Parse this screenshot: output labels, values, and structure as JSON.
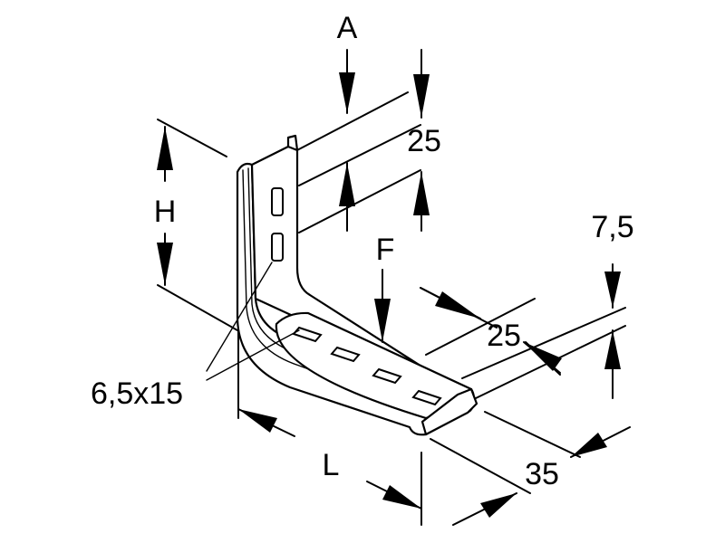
{
  "labels": {
    "A": "A",
    "top_depth": "25",
    "H": "H",
    "F": "F",
    "flange_height": "7,5",
    "bottom_depth": "25",
    "slot_size": "6,5x15",
    "L": "L",
    "width": "35"
  }
}
